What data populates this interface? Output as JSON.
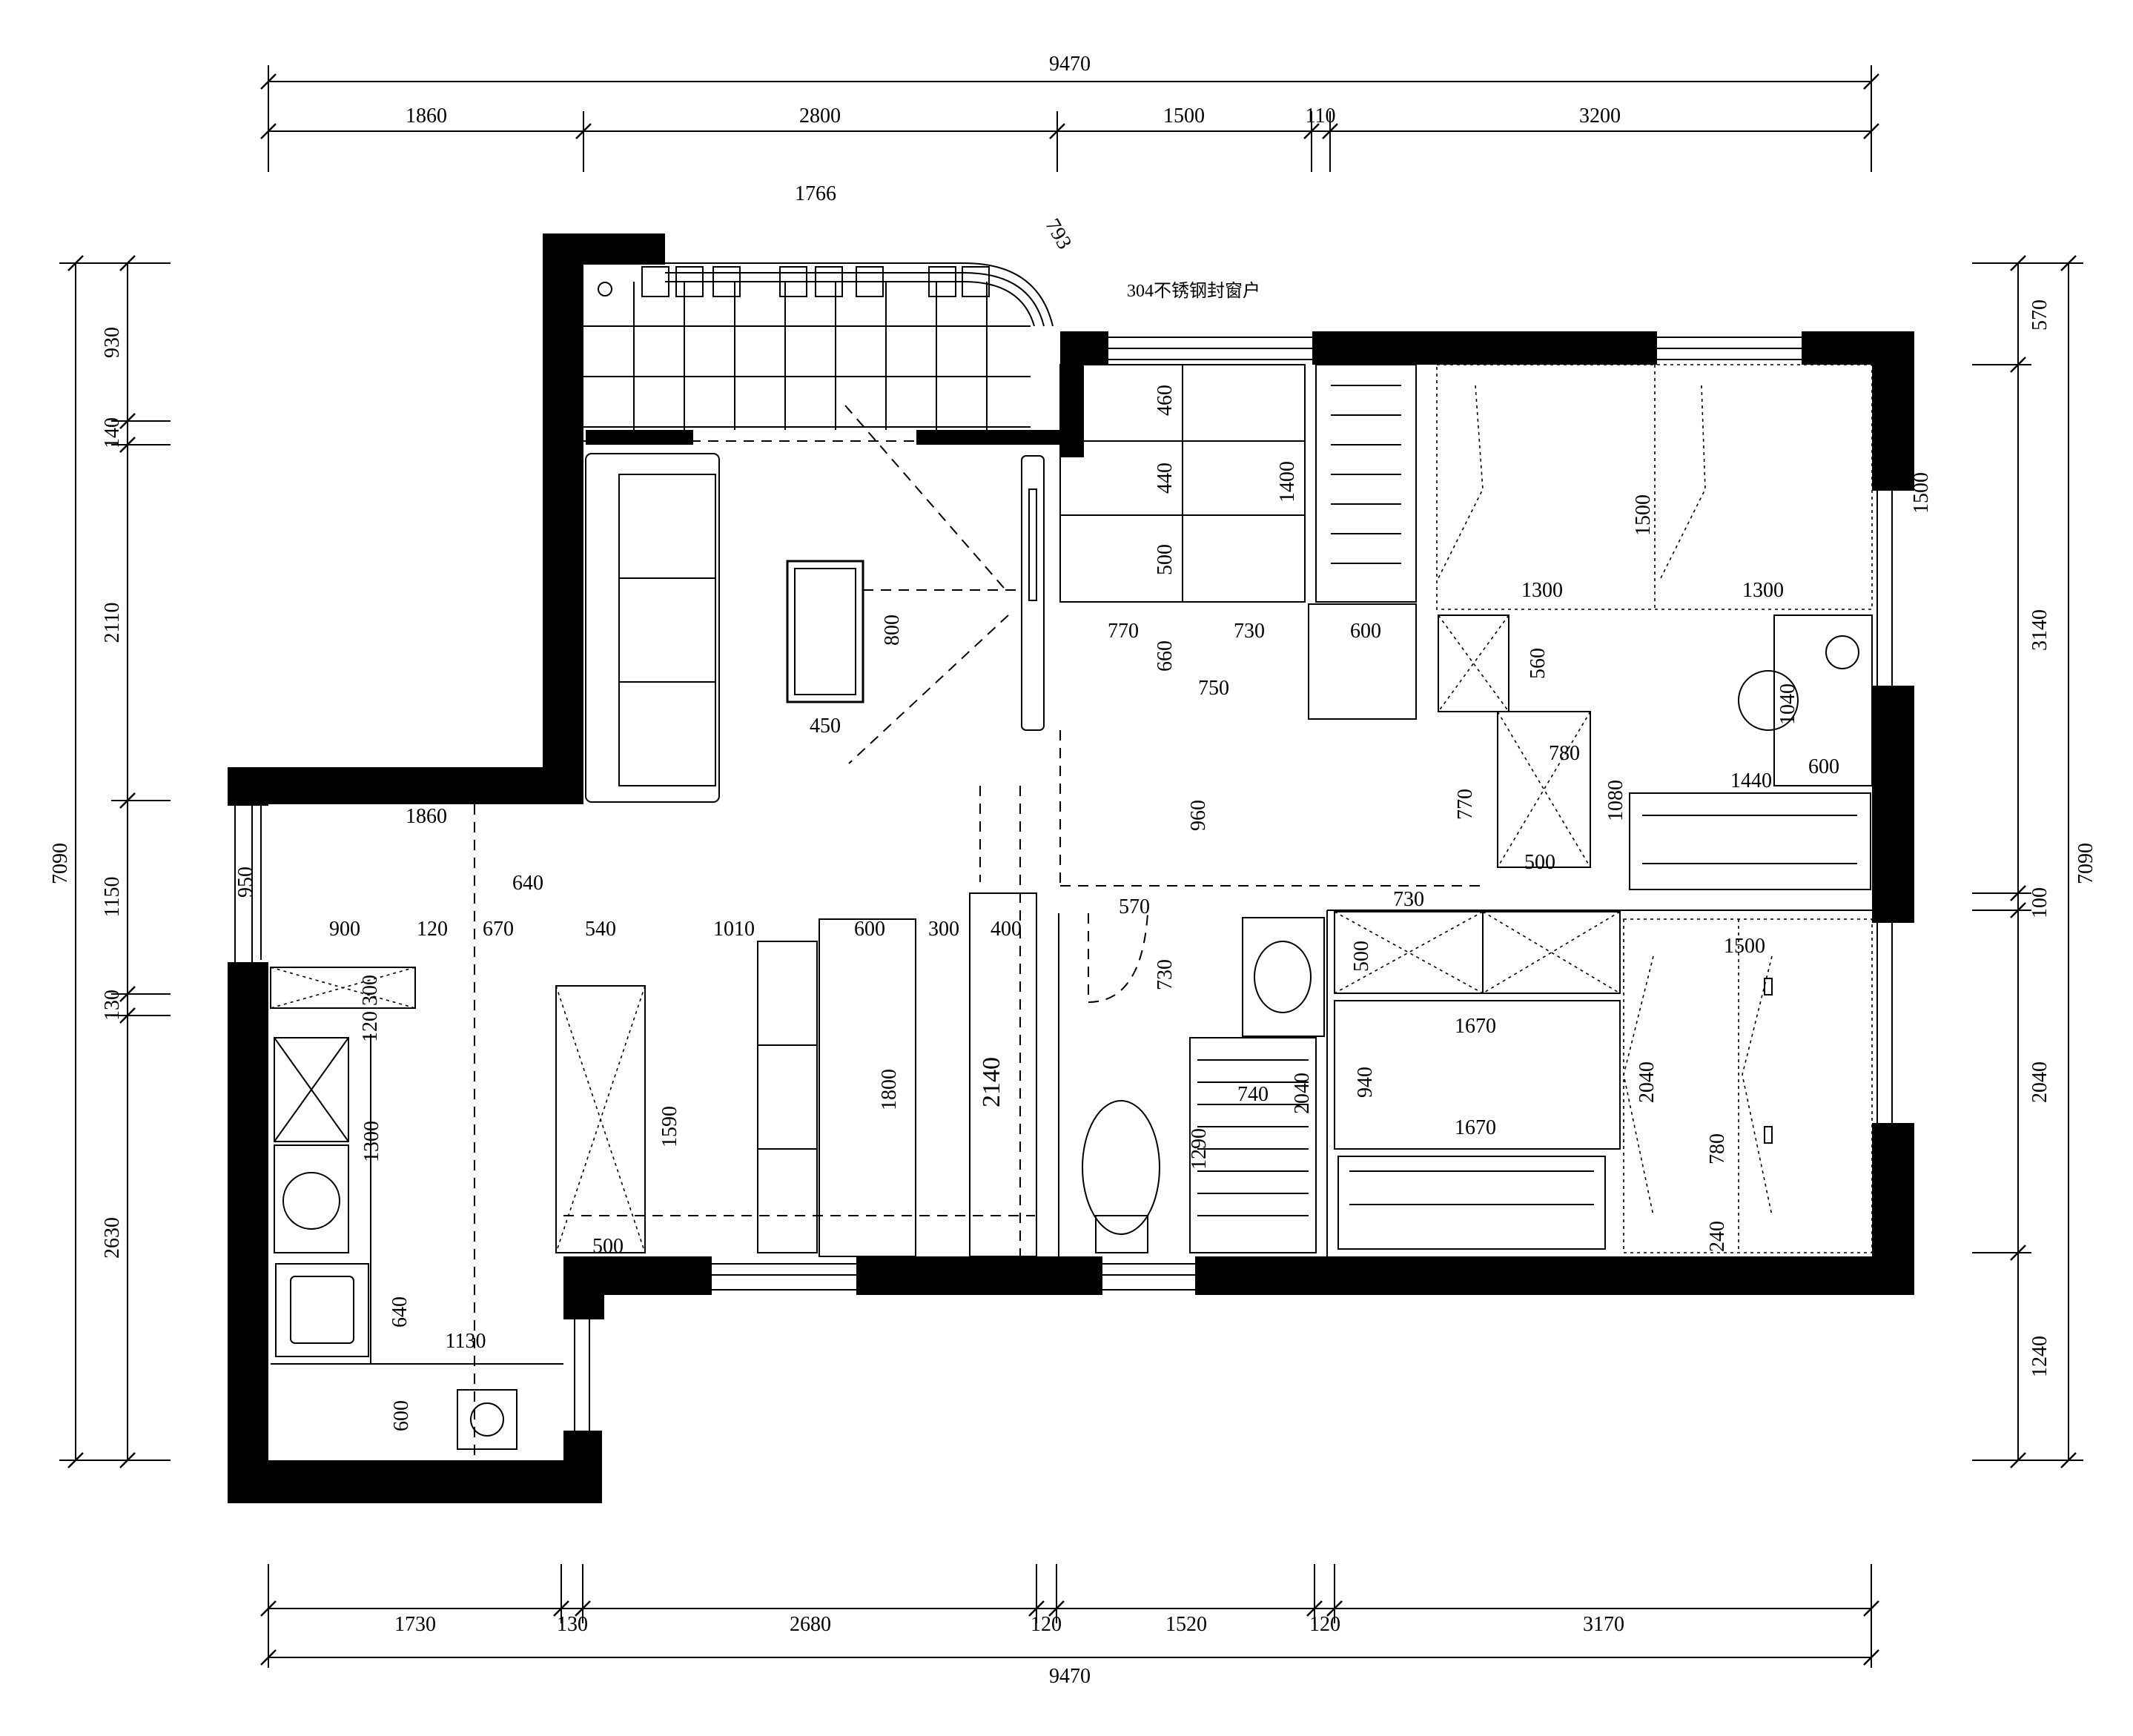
{
  "annotations": {
    "window_note": "304不锈钢封窗户"
  },
  "dims_top_total": "9470",
  "dims_top": [
    "1860",
    "2800",
    "1500",
    "110",
    "3200"
  ],
  "dims_bottom": [
    "1730",
    "130",
    "2680",
    "120",
    "1520",
    "120",
    "3170"
  ],
  "dims_bottom_total": "9470",
  "dims_left": [
    "930",
    "140",
    "2110",
    "950",
    "1150",
    "130",
    "2630"
  ],
  "dims_left_total": "7090",
  "dims_right": [
    "570",
    "1500",
    "3140",
    "100",
    "2040",
    "1240"
  ],
  "dims_right_total": "7090",
  "balcony": {
    "width": "1766",
    "curve": "793"
  },
  "interior": {
    "living": [
      "800",
      "450",
      "640",
      "1860"
    ],
    "kitchen": [
      "900",
      "120",
      "670",
      "540",
      "300",
      "120",
      "1300",
      "640",
      "1130",
      "600"
    ],
    "dining": [
      "1010",
      "600",
      "300",
      "400",
      "1590",
      "500",
      "1800",
      "2140"
    ],
    "bath": [
      "570",
      "730",
      "740",
      "1290",
      "2040"
    ],
    "closet_top": [
      "460",
      "440",
      "500",
      "1400",
      "770",
      "730",
      "660",
      "750",
      "600",
      "960"
    ],
    "room_top": [
      "1300",
      "1300",
      "1500",
      "560",
      "780",
      "770",
      "500",
      "1080",
      "1440",
      "600",
      "1040"
    ],
    "room_bottom": [
      "730",
      "500",
      "1670",
      "940",
      "1670",
      "1500",
      "2040",
      "780",
      "240"
    ]
  }
}
